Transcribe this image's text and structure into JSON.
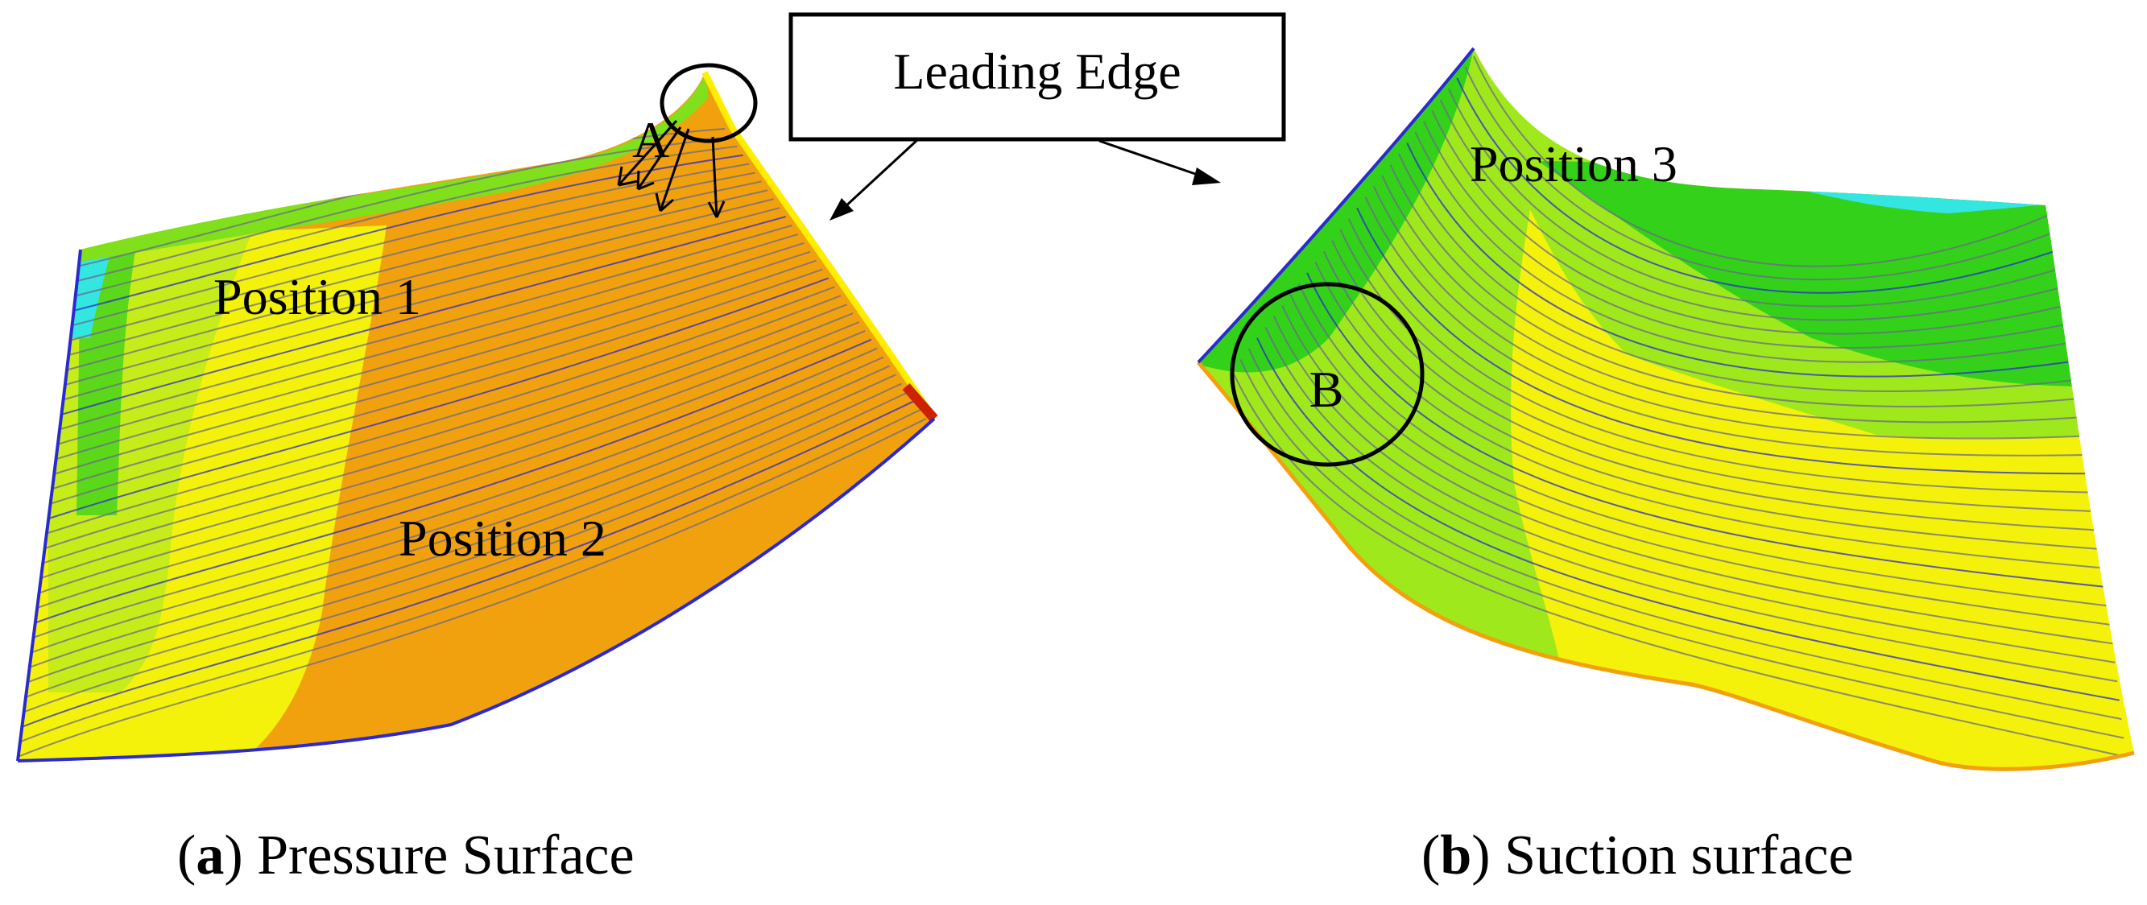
{
  "callout": {
    "text": "Leading Edge"
  },
  "panel_a": {
    "caption_letter": "a",
    "caption_text": "Pressure Surface",
    "labels": {
      "A": "A",
      "position1": "Position 1",
      "position2": "Position 2"
    }
  },
  "panel_b": {
    "caption_letter": "b",
    "caption_text": "Suction surface",
    "labels": {
      "B": "B",
      "position3": "Position 3"
    }
  },
  "colors": {
    "orange": "#f2a10e",
    "yellow": "#f4f20a",
    "green": "#33d11a",
    "lime": "#9ee81c",
    "cyan": "#33e6e0",
    "streamline_gray": "#6a6a8a",
    "streamline_blue": "#2a2ad0"
  }
}
